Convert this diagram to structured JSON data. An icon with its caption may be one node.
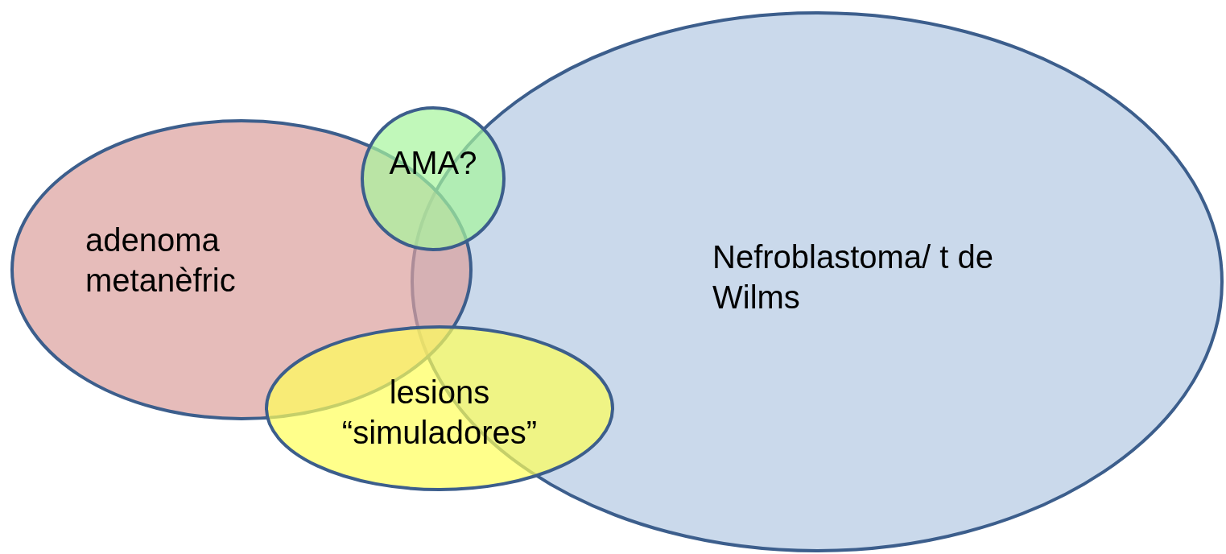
{
  "diagram": {
    "nodes": [
      {
        "text": [
          "AMA?"
        ]
      },
      {
        "text": [
          "adenoma metanèfric"
        ]
      },
      {
        "text": [
          "Nefroblastoma/ t de Wilms"
        ]
      },
      {
        "text": [
          "lesions “simuladores”"
        ]
      }
    ]
  }
}
